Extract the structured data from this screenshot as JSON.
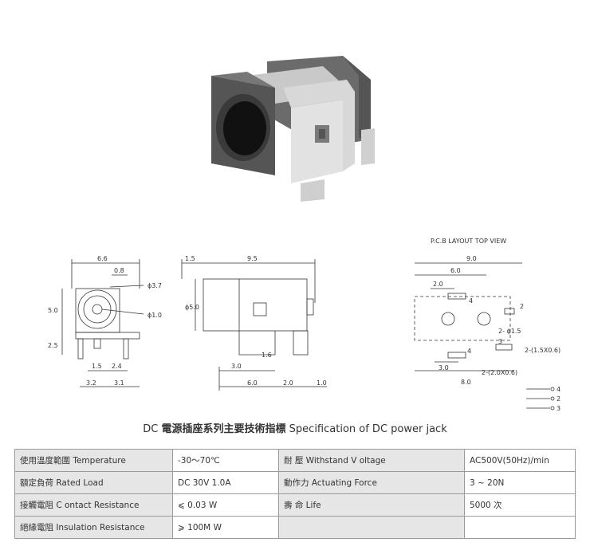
{
  "drawings": {
    "front": {
      "dim_top": "6.6",
      "dim_sub": "0.8",
      "dia_outer": "ϕ3.7",
      "dia_pin": "ϕ1.0",
      "height": "5.0",
      "lead": "2.5",
      "b1": "1.5",
      "b2": "2.4",
      "b3": "3.2",
      "b4": "3.1"
    },
    "side": {
      "d1": "1.5",
      "d2": "9.5",
      "dia": "ϕ5.0",
      "d3": "1.6",
      "d4": "3.0",
      "d5": "6.0",
      "d6": "2.0",
      "d7": "1.0"
    },
    "pcb": {
      "heading": "P.C.B LAYOUT    TOP VIEW",
      "w9": "9.0",
      "w6": "6.0",
      "w2": "2.0",
      "p4a": "4",
      "p2": "2",
      "hole": "2- ϕ1.5",
      "p3": "3",
      "slot1": "2-(1.5X0.6)",
      "p4b": "4",
      "w3": "3.0",
      "slot2": "2-(2.0X0.6)",
      "w8": "8.0",
      "s4": "4",
      "s2": "2",
      "s3": "3"
    }
  },
  "title": {
    "prefix": "DC",
    "cjk": "電源插座系列主要技術指標",
    "en": "Specification of DC power jack"
  },
  "spec_rows": [
    {
      "label1": "使用溫度範圍 Temperature",
      "value1": "-30～70℃",
      "label2": "耐    壓  Withstand V oltage",
      "value2": "AC500V(50Hz)/min"
    },
    {
      "label1": "額定負荷  Rated Load",
      "value1": "DC  30V  1.0A",
      "label2": "動作力  Actuating Force",
      "value2": "3 ~ 20N"
    },
    {
      "label1": "接觸電阻  C ontact Resistance",
      "value1": "⩽ 0.03 W",
      "label2": "壽    命  Life",
      "value2": "5000 次"
    },
    {
      "label1": "絕緣電阻  Insulation Resistance",
      "value1": "⩾ 100M W",
      "label2": "",
      "value2": ""
    }
  ]
}
